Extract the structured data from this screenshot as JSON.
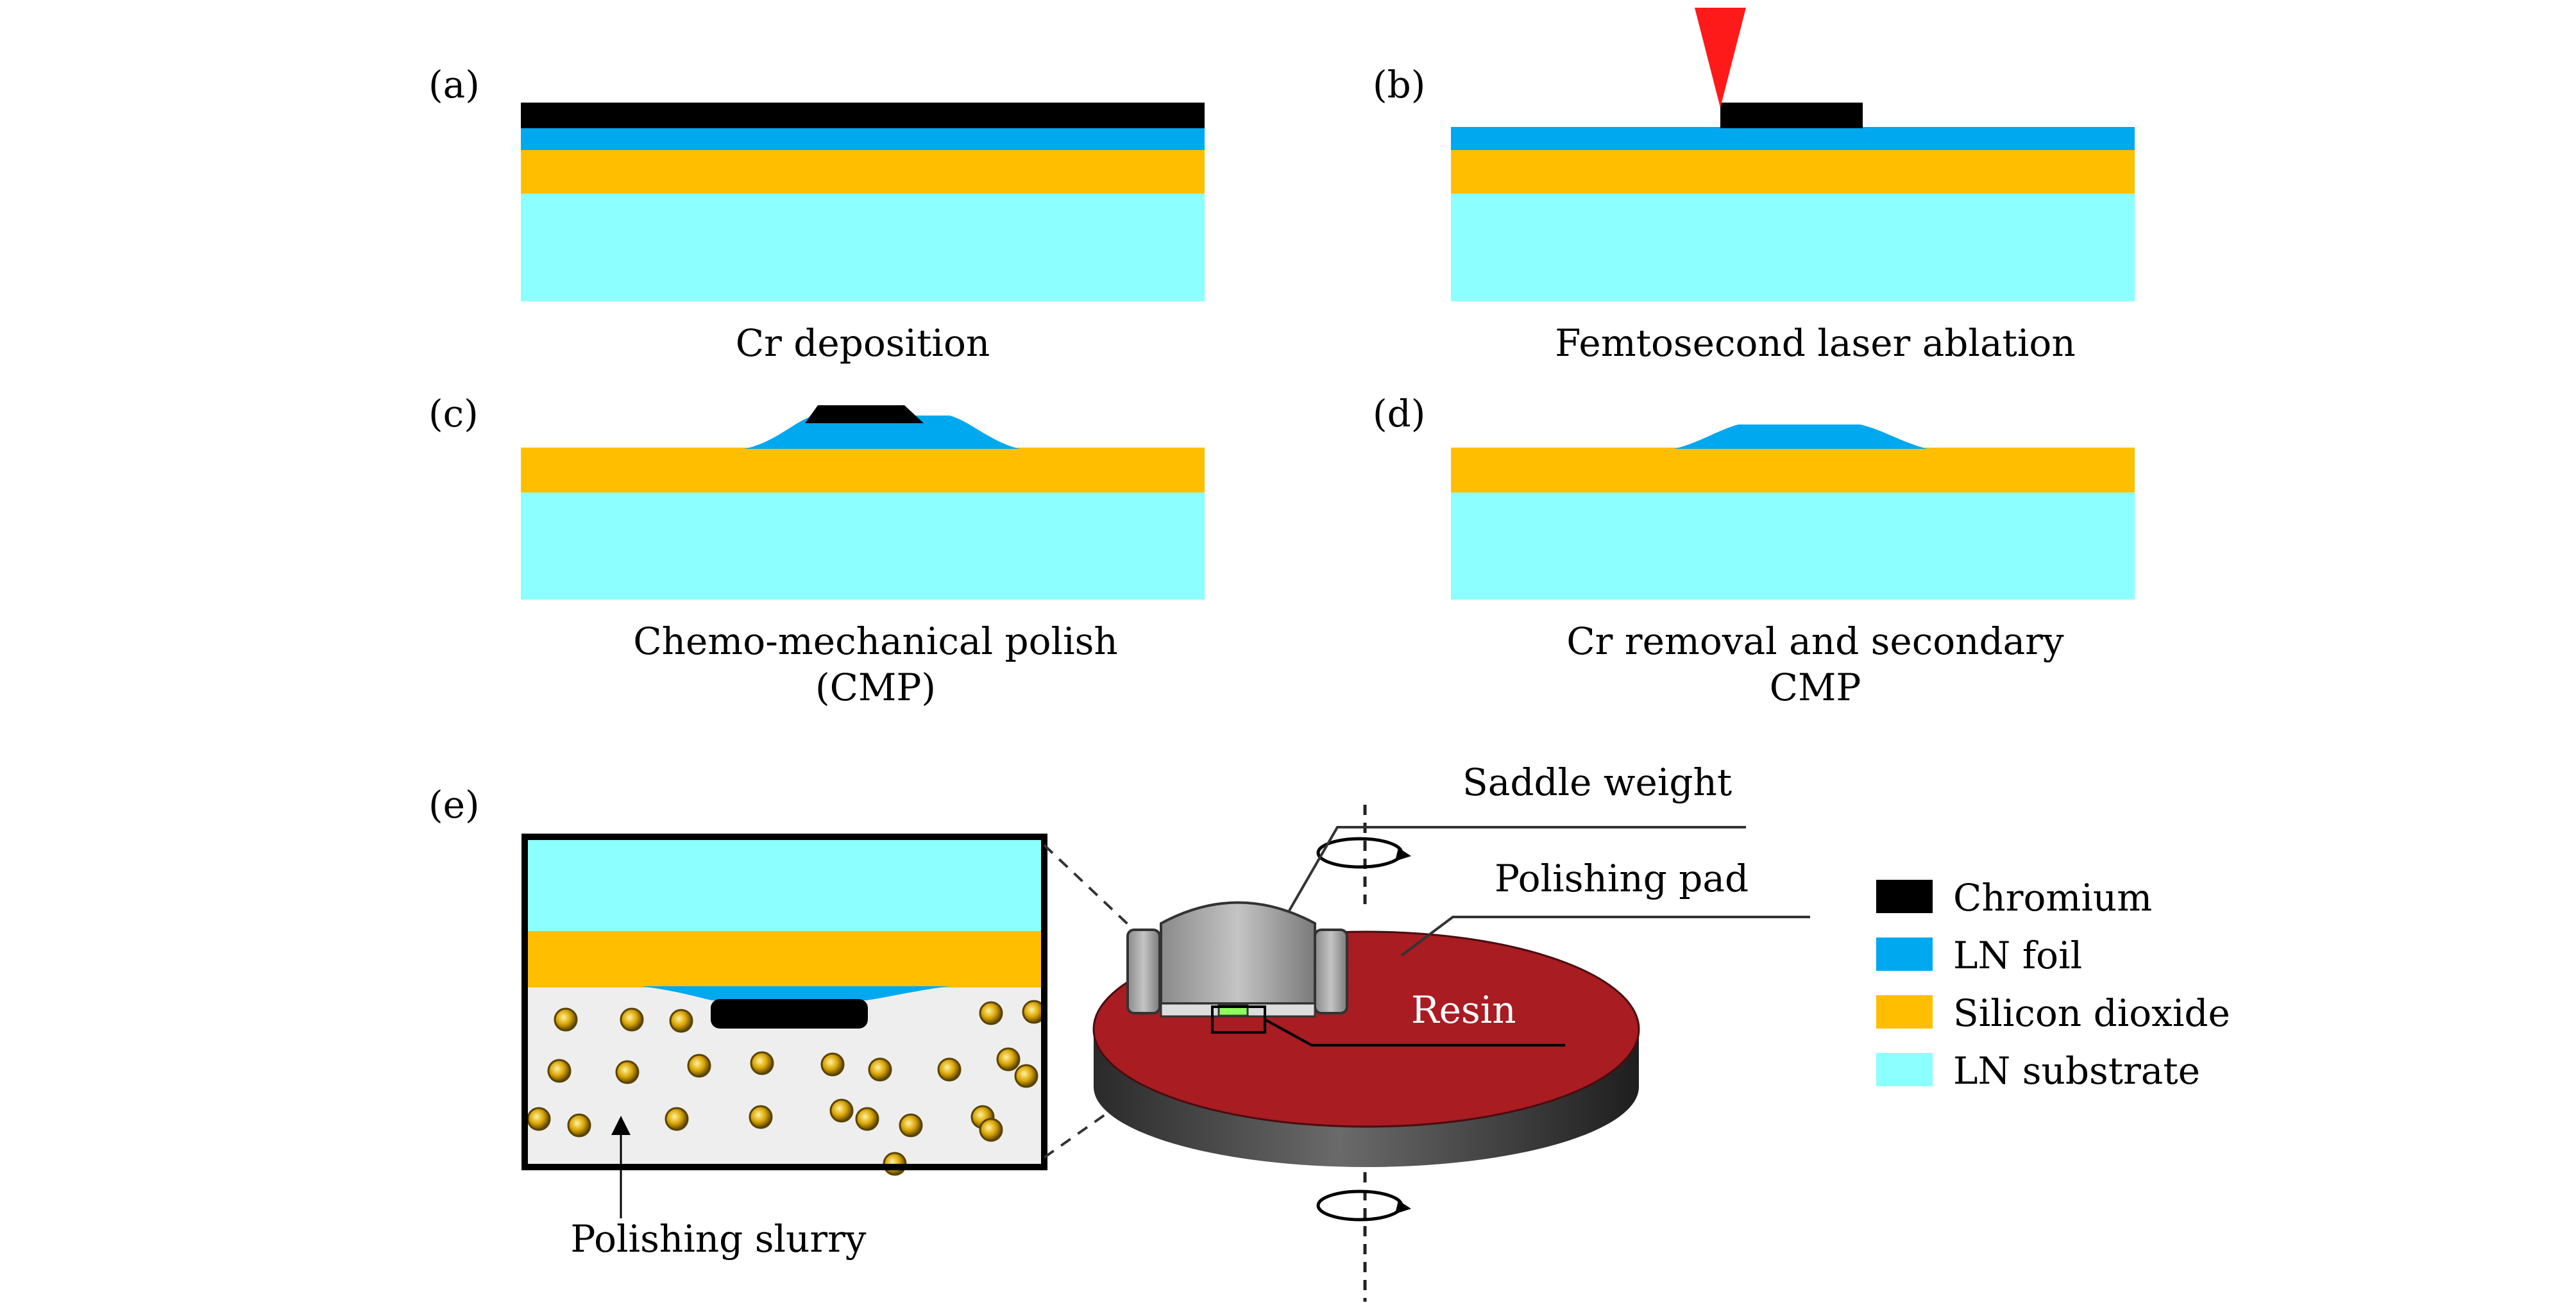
{
  "panels": {
    "a": {
      "tag": "(a)",
      "caption": [
        "Cr deposition"
      ]
    },
    "b": {
      "tag": "(b)",
      "caption": [
        "Femtosecond laser ablation"
      ]
    },
    "c": {
      "tag": "(c)",
      "caption": [
        "Chemo-mechanical polish",
        "(CMP)"
      ]
    },
    "d": {
      "tag": "(d)",
      "caption": [
        "Cr removal and secondary",
        "CMP"
      ]
    },
    "e": {
      "tag": "(e)",
      "labels": {
        "saddle_weight": "Saddle weight",
        "polishing_pad": "Polishing pad",
        "resin": "Resin",
        "polishing_slurry": "Polishing slurry"
      }
    }
  },
  "legend": [
    {
      "label": "Chromium",
      "color": "#000000"
    },
    {
      "label": "LN foil",
      "color": "#00a8f0"
    },
    {
      "label": "Silicon dioxide",
      "color": "#ffbf00"
    },
    {
      "label": "LN substrate",
      "color": "#8cffff"
    }
  ],
  "colors": {
    "chromium": "#000000",
    "ln_foil": "#00a8f0",
    "silicon_dioxide": "#ffbf00",
    "ln_substrate": "#8cffff",
    "laser": "#ff1a1a",
    "pad": "#a81c22",
    "pad_side": "#333333",
    "slurry_bg": "#eeeeee",
    "particle": "#d9a300",
    "weight": "#9a9a9a"
  }
}
